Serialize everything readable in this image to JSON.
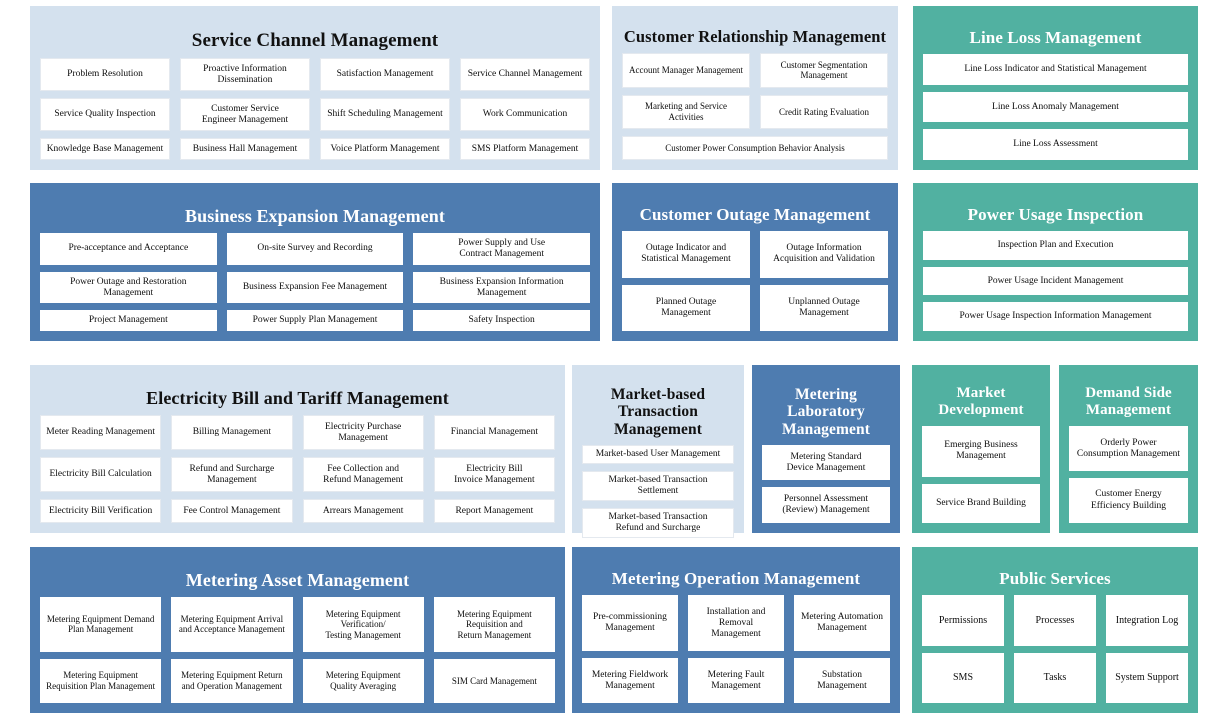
{
  "colors": {
    "light_blue": "#d4e1ee",
    "medium_blue": "#4e7cb0",
    "teal": "#51b1a1",
    "card": "#ffffff",
    "background": "#ffffff"
  },
  "panels": [
    {
      "id": "service",
      "title": "Service Channel Management",
      "theme": "light_blue",
      "columns": 4,
      "items": [
        "Problem Resolution",
        "Proactive Information\nDissemination",
        "Satisfaction Management",
        "Service Channel Management",
        "Service Quality Inspection",
        "Customer Service\nEngineer Management",
        "Shift Scheduling Management",
        "Work Communication",
        "Knowledge Base Management",
        "Business Hall Management",
        "Voice Platform Management",
        "SMS Platform Management"
      ]
    },
    {
      "id": "crm",
      "title": "Customer Relationship Management",
      "theme": "light_blue",
      "columns": 2,
      "items": [
        "Account Manager Management",
        "Customer Segmentation\nManagement",
        "Marketing and Service\nActivities",
        "Credit Rating Evaluation",
        "Customer Power Consumption Behavior Analysis"
      ],
      "full_width_indices": [
        4
      ]
    },
    {
      "id": "lineloss",
      "title": "Line Loss Management",
      "theme": "teal",
      "columns": 1,
      "items": [
        "Line Loss Indicator and Statistical Management",
        "Line Loss Anomaly Management",
        "Line Loss Assessment"
      ]
    },
    {
      "id": "bizexp",
      "title": "Business Expansion Management",
      "theme": "medium_blue",
      "columns": 3,
      "items": [
        "Pre-acceptance and Acceptance",
        "On-site Survey and Recording",
        "Power Supply and Use\nContract Management",
        "Power Outage and Restoration\nManagement",
        "Business Expansion Fee Management",
        "Business Expansion Information\nManagement",
        "Project Management",
        "Power Supply Plan Management",
        "Safety Inspection"
      ]
    },
    {
      "id": "outage",
      "title": "Customer Outage Management",
      "theme": "medium_blue",
      "columns": 2,
      "items": [
        "Outage Indicator and\nStatistical Management",
        "Outage Information\nAcquisition and Validation",
        "Planned Outage\nManagement",
        "Unplanned Outage\nManagement"
      ]
    },
    {
      "id": "usage",
      "title": "Power Usage Inspection",
      "theme": "teal",
      "columns": 1,
      "items": [
        "Inspection Plan and Execution",
        "Power Usage Incident Management",
        "Power Usage Inspection Information Management"
      ]
    },
    {
      "id": "bill",
      "title": "Electricity Bill and Tariff Management",
      "theme": "light_blue",
      "columns": 4,
      "items": [
        "Meter Reading Management",
        "Billing Management",
        "Electricity Purchase\nManagement",
        "Financial Management",
        "Electricity Bill Calculation",
        "Refund and Surcharge\nManagement",
        "Fee Collection and\nRefund Management",
        "Electricity Bill\nInvoice Management",
        "Electricity Bill Verification",
        "Fee Control Management",
        "Arrears Management",
        "Report Management"
      ]
    },
    {
      "id": "market",
      "title": "Market-based\nTransaction Management",
      "theme": "light_blue",
      "columns": 1,
      "items": [
        "Market-based User Management",
        "Market-based Transaction\nSettlement",
        "Market-based Transaction\nRefund and Surcharge"
      ]
    },
    {
      "id": "lab",
      "title": "Metering Laboratory\nManagement",
      "theme": "medium_blue",
      "columns": 1,
      "items": [
        "Metering Standard\nDevice Management",
        "Personnel Assessment\n(Review) Management"
      ]
    },
    {
      "id": "mktdev",
      "title": "Market\nDevelopment",
      "theme": "teal",
      "columns": 1,
      "items": [
        "Emerging Business\nManagement",
        "Service Brand Building"
      ]
    },
    {
      "id": "dsm",
      "title": "Demand Side\nManagement",
      "theme": "teal",
      "columns": 1,
      "items": [
        "Orderly Power\nConsumption Management",
        "Customer Energy\nEfficiency Building"
      ]
    },
    {
      "id": "asset",
      "title": "Metering Asset Management",
      "theme": "medium_blue",
      "columns": 4,
      "items": [
        "Metering Equipment Demand\nPlan Management",
        "Metering Equipment Arrival\nand Acceptance Management",
        "Metering Equipment\nVerification/\nTesting Management",
        "Metering Equipment\nRequisition and\nReturn Management",
        "Metering Equipment\nRequisition Plan Management",
        "Metering Equipment Return\nand Operation Management",
        "Metering Equipment\nQuality Averaging",
        "SIM Card Management"
      ]
    },
    {
      "id": "meterop",
      "title": "Metering Operation Management",
      "theme": "medium_blue",
      "columns": 3,
      "items": [
        "Pre-commissioning\nManagement",
        "Installation and\nRemoval\nManagement",
        "Metering Automation\nManagement",
        "Metering Fieldwork\nManagement",
        "Metering Fault\nManagement",
        "Substation Management"
      ]
    },
    {
      "id": "public",
      "title": "Public Services",
      "theme": "teal",
      "columns": 3,
      "items": [
        "Permissions",
        "Processes",
        "Integration Log",
        "SMS",
        "Tasks",
        "System Support"
      ]
    }
  ]
}
